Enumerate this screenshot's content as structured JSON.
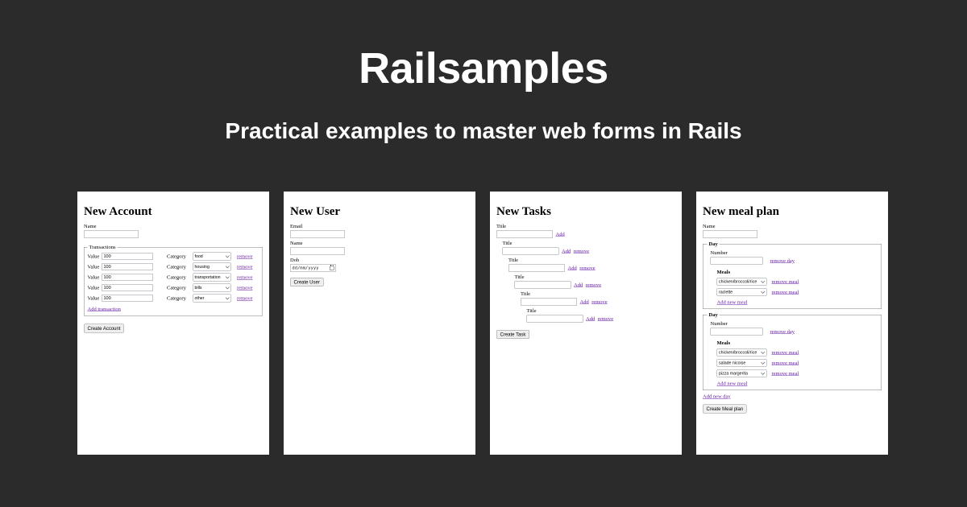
{
  "page": {
    "title": "Railsamples",
    "subtitle": "Practical examples to master web forms in Rails",
    "background_color": "#2b2b2b",
    "card_color": "#ffffff",
    "link_color": "#681da8"
  },
  "account": {
    "title": "New Account",
    "name_label": "Name",
    "legend": "Transactions",
    "value_label": "Value",
    "category_label": "Category",
    "remove_label": "remove",
    "add_link": "Add transaction",
    "submit_label": "Create Account",
    "rows": [
      {
        "value": "100",
        "category": "food"
      },
      {
        "value": "100",
        "category": "housing"
      },
      {
        "value": "100",
        "category": "transportation"
      },
      {
        "value": "100",
        "category": "bills"
      },
      {
        "value": "100",
        "category": "other"
      }
    ]
  },
  "user": {
    "title": "New User",
    "email_label": "Email",
    "name_label": "Name",
    "dob_label": "Dob",
    "dob_placeholder": "dd/mm/yyyy",
    "submit_label": "Create User"
  },
  "tasks": {
    "title": "New Tasks",
    "title_label": "Title",
    "submit_label": "Create Task",
    "rows": [
      {
        "links": [
          "Add"
        ]
      },
      {
        "links": [
          "Add",
          "remove"
        ]
      },
      {
        "links": [
          "Add",
          "remove"
        ]
      },
      {
        "links": [
          "Add",
          "remove"
        ]
      },
      {
        "links": [
          "Add",
          "remove"
        ]
      },
      {
        "links": [
          "Add",
          "remove"
        ]
      }
    ]
  },
  "meal": {
    "title": "New meal plan",
    "name_label": "Name",
    "day_legend": "Day",
    "number_label": "Number",
    "remove_day_label": "remove day",
    "meals_label": "Meals",
    "remove_meal_label": "remove meal",
    "add_meal_link": "Add new meal",
    "add_day_link": "Add new day",
    "submit_label": "Create Meal plan",
    "days": [
      {
        "meals": [
          "chicken/broccoli/rice",
          "raclette"
        ]
      },
      {
        "meals": [
          "chicken/broccoli/rice",
          "salade nicoise",
          "pizza margerita"
        ]
      }
    ]
  }
}
